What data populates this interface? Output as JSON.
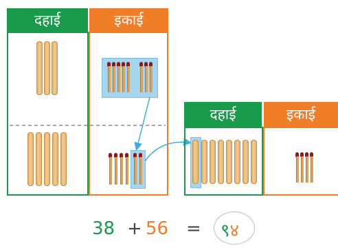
{
  "left_table": {
    "tens_header": "दहाई",
    "ones_header": "इकाई"
  },
  "right_table": {
    "tens_header": "दहाई",
    "ones_header": "इकाई"
  },
  "equation": {
    "operand1": "38",
    "plus": "+",
    "operand2": "56",
    "equals": "=",
    "result": "९४"
  },
  "colors": {
    "tens": "#1a9a4c",
    "ones": "#f07d28",
    "highlight": "#9fd3ee",
    "arrow": "#3aaee0"
  }
}
